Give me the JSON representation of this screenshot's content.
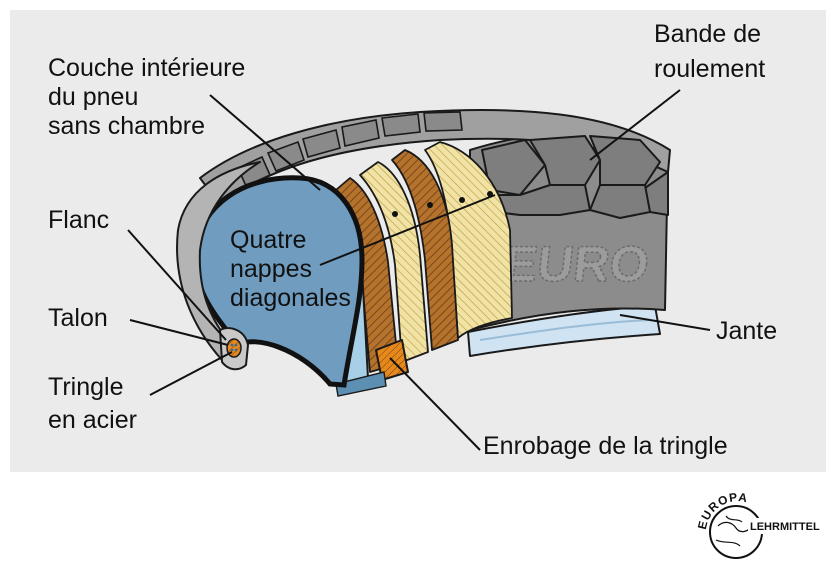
{
  "labels": {
    "inner_liner": [
      "Couche intérieure",
      "du pneu",
      "sans chambre"
    ],
    "tread": [
      "Bande de",
      "roulement"
    ],
    "sidewall": "Flanc",
    "bead": "Talon",
    "bead_wire": [
      "Tringle",
      "en acier"
    ],
    "plies": [
      "Quatre",
      "nappes",
      "diagonales"
    ],
    "rim": "Jante",
    "bead_wrap": "Enrobage de la tringle",
    "sidewall_marking": "EURO"
  },
  "logo": {
    "arc_text": "EUROPA",
    "side_text": "LEHRMITTEL"
  },
  "colors": {
    "panel": "#ebebeb",
    "tyre_gray": "#8c8c8c",
    "tyre_light": "#b4b4b4",
    "inner_blue": "#6f9cbf",
    "liner_light_blue": "#a8cfe8",
    "rim_blue": "#cfe3f3",
    "ply_brown": "#b4722d",
    "ply_cream": "#f1e2a6",
    "bead_orange": "#e6891c"
  }
}
